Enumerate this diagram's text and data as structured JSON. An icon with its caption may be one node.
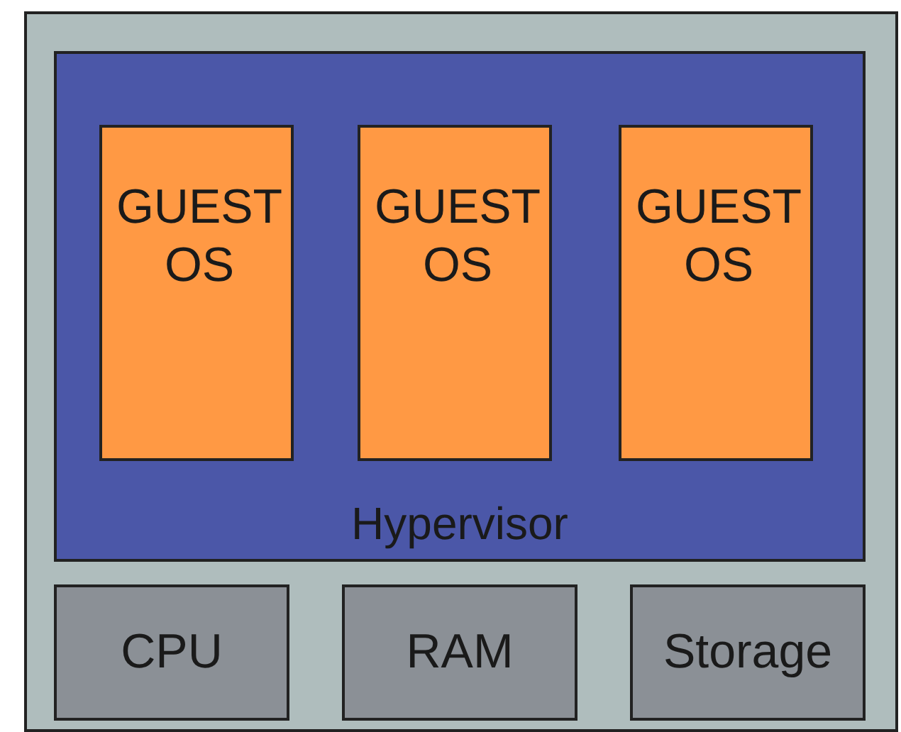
{
  "diagram": {
    "nodes": [
      {
        "text": [],
        "shape": "box"
      },
      {
        "text": [
          "Hypervisor"
        ],
        "in": 0
      },
      {
        "text": [
          "GUEST OS"
        ],
        "in": 1
      },
      {
        "text": [
          "GUEST OS"
        ],
        "in": 1
      },
      {
        "text": [
          "GUEST OS"
        ],
        "in": 1
      },
      {
        "text": [
          "CPU"
        ],
        "in": 0
      },
      {
        "text": [
          "RAM"
        ],
        "in": 0
      },
      {
        "text": [
          "Storage"
        ],
        "in": 0
      }
    ]
  }
}
